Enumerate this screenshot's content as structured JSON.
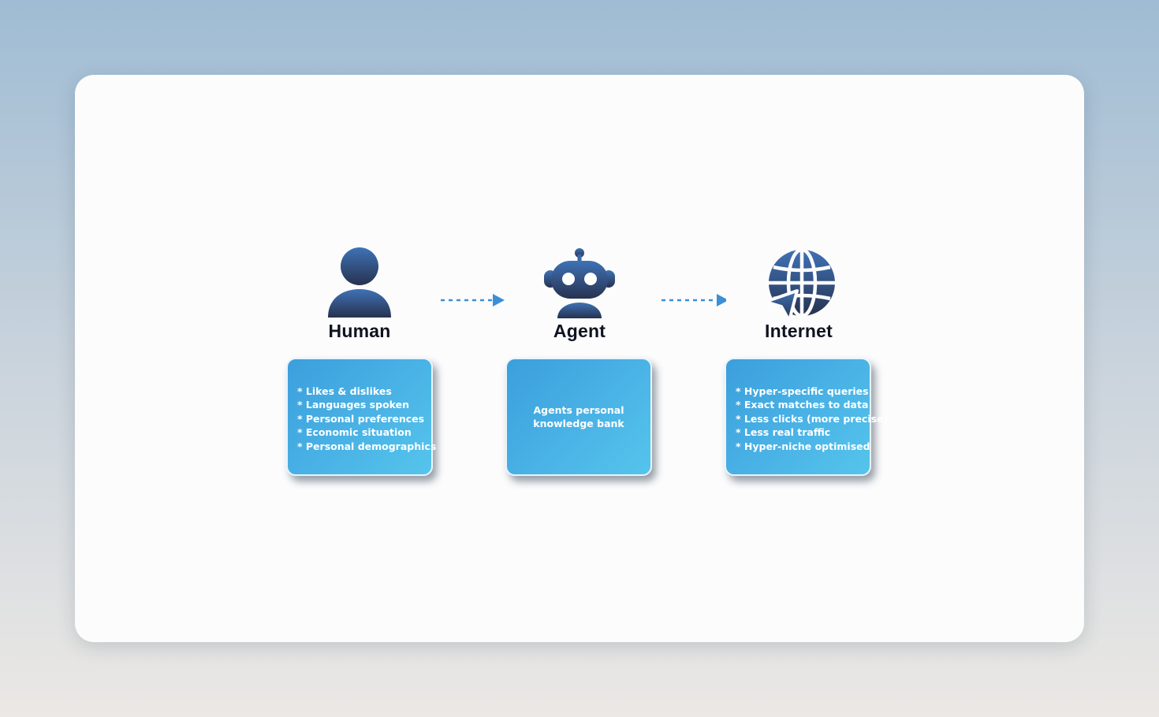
{
  "diagram": {
    "nodes": [
      {
        "id": "human",
        "title": "Human",
        "icon": "person-icon",
        "items": [
          "* Likes & dislikes",
          "* Languages spoken",
          "* Personal preferences",
          "* Economic situation",
          "* Personal demographics"
        ]
      },
      {
        "id": "agent",
        "title": "Agent",
        "icon": "robot-icon",
        "description": "Agents personal knowledge bank"
      },
      {
        "id": "internet",
        "title": "Internet",
        "icon": "globe-cursor-icon",
        "items": [
          "* Hyper-specific queries",
          "* Exact matches to data",
          "* Less clicks (more precise)",
          "* Less real traffic",
          "* Hyper-niche optimised"
        ]
      }
    ],
    "edges": [
      {
        "from": "human",
        "to": "agent",
        "style": "dashed"
      },
      {
        "from": "agent",
        "to": "internet",
        "style": "dashed"
      }
    ],
    "colors": {
      "icon_gradient_top": "#3f72b6",
      "icon_gradient_bottom": "#27324f",
      "box_gradient_start": "#3b9fdc",
      "box_gradient_end": "#55c5ec",
      "arrow": "#3b8fd6",
      "title_text": "#0f1320",
      "box_text": "#ffffff"
    }
  }
}
